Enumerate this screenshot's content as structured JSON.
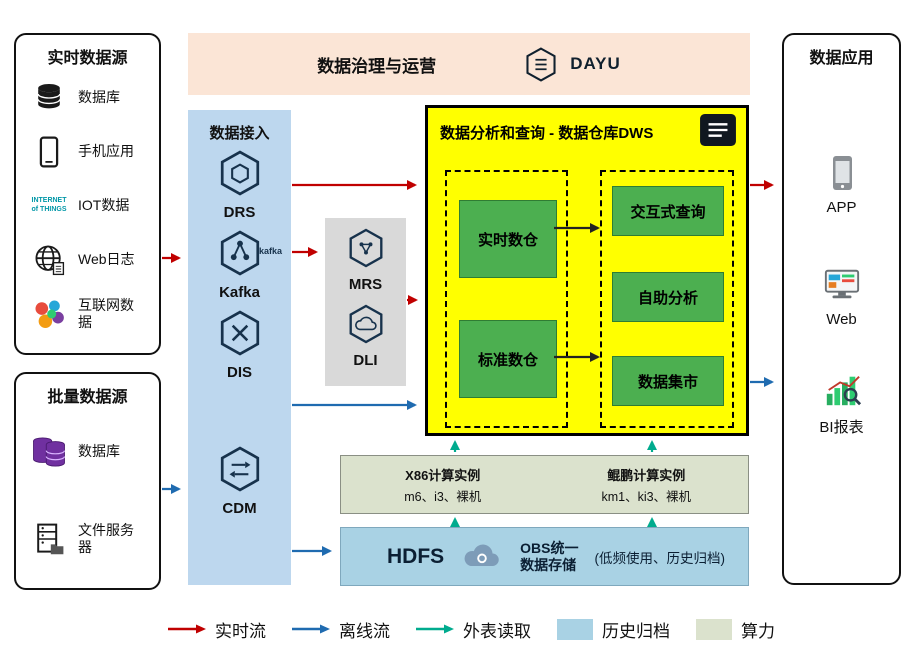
{
  "realtime_sources": {
    "title": "实时数据源",
    "items": [
      {
        "label": "数据库",
        "icon": "database-icon"
      },
      {
        "label": "手机应用",
        "icon": "mobile-app-icon"
      },
      {
        "label": "IOT数据",
        "icon": "iot-icon",
        "icon_text": "INTERNET of THINGS"
      },
      {
        "label": "Web日志",
        "icon": "web-log-icon"
      },
      {
        "label": "互联网数据",
        "icon": "internet-data-icon"
      }
    ]
  },
  "batch_sources": {
    "title": "批量数据源",
    "items": [
      {
        "label": "数据库",
        "icon": "purple-database-icon"
      },
      {
        "label": "文件服务器",
        "icon": "file-server-icon"
      }
    ]
  },
  "governance": {
    "title": "数据治理与运营",
    "logo_text": "DAYU"
  },
  "ingestion": {
    "title": "数据接入",
    "services": [
      {
        "label": "DRS"
      },
      {
        "label": "Kafka",
        "logo_text": "kafka"
      },
      {
        "label": "DIS"
      },
      {
        "label": "CDM"
      }
    ]
  },
  "processing": {
    "services": [
      {
        "label": "MRS"
      },
      {
        "label": "DLI"
      }
    ]
  },
  "dws": {
    "title": "数据分析和查询 - 数据仓库DWS",
    "left_modules": [
      "实时数仓",
      "标准数仓"
    ],
    "right_modules": [
      "交互式查询",
      "自助分析",
      "数据集市"
    ]
  },
  "compute": {
    "instances": [
      {
        "name": "X86计算实例",
        "detail": "m6、i3、裸机"
      },
      {
        "name": "鲲鹏计算实例",
        "detail": "km1、ki3、裸机"
      }
    ]
  },
  "storage": {
    "hdfs_label": "HDFS",
    "obs_line1": "OBS统一",
    "obs_line2": "数据存储",
    "obs_note": "(低频使用、历史归档)"
  },
  "applications": {
    "title": "数据应用",
    "items": [
      {
        "label": "APP",
        "icon": "app-icon"
      },
      {
        "label": "Web",
        "icon": "web-icon"
      },
      {
        "label": "BI报表",
        "icon": "bi-report-icon"
      }
    ]
  },
  "legend": {
    "items": [
      {
        "label": "实时流",
        "type": "arrow",
        "color": "#C00000"
      },
      {
        "label": "离线流",
        "type": "arrow",
        "color": "#1F6BB0"
      },
      {
        "label": "外表读取",
        "type": "arrow",
        "color": "#00AB8E"
      },
      {
        "label": "历史归档",
        "type": "swatch",
        "color": "#A9D2E4"
      },
      {
        "label": "算力",
        "type": "swatch",
        "color": "#DBE2CD"
      }
    ]
  },
  "colors": {
    "governance_bg": "#FBE5D6",
    "ingestion_bg": "#BDD7EE",
    "processing_bg": "#D9D9D9",
    "dws_bg": "#FFFF00",
    "module_green": "#4CAF50",
    "compute_bg": "#DBE2CD",
    "storage_bg": "#A9D2E4"
  }
}
